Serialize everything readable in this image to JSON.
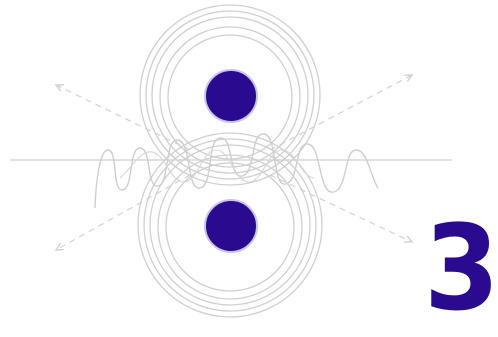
{
  "figure": {
    "step_number": "3",
    "colors": {
      "background": "#ffffff",
      "ring_stroke": "#d0d0d0",
      "nucleus_fill": "#2a0b8f",
      "nucleus_outline": "#c9c4e8",
      "arrow_stroke": "#d3d3d3",
      "wave_stroke": "#cfcfcf",
      "axis_stroke": "#d8d8d8",
      "step_number_color": "#2a0b8f"
    },
    "elements": {
      "upper_atom": {
        "nucleus": "dark-blue-circle",
        "shells": 5
      },
      "lower_atom": {
        "nucleus": "dark-blue-circle",
        "shells": 5
      },
      "arrows": [
        "arrow-up-left",
        "arrow-up-right",
        "arrow-down-left",
        "arrow-down-right"
      ],
      "wave": "squiggly-wave-line",
      "axis": "horizontal-line"
    }
  }
}
